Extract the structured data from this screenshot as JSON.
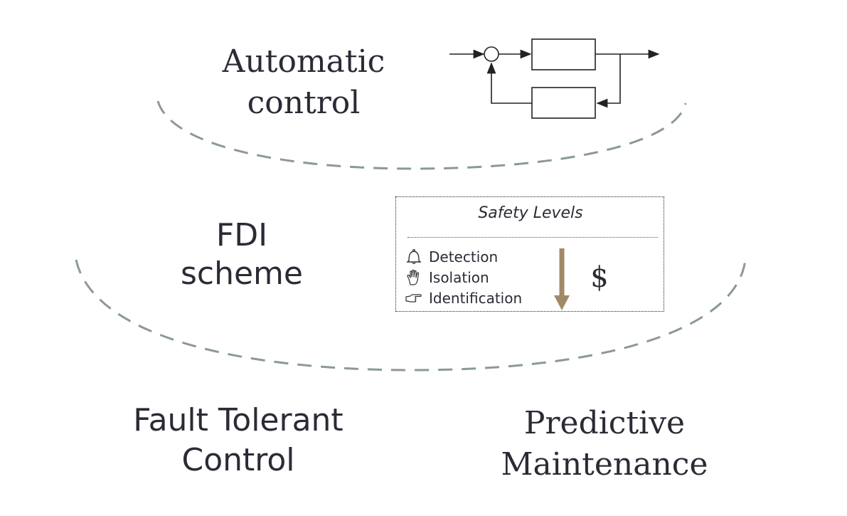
{
  "automatic_control": {
    "line1": "Automatic",
    "line2": "control"
  },
  "fdi_scheme": {
    "line1": "FDI",
    "line2": "scheme"
  },
  "safety_panel": {
    "title": "Safety Levels",
    "levels": [
      {
        "label": "Detection",
        "icon": "bell-icon"
      },
      {
        "label": "Isolation",
        "icon": "hand-icon"
      },
      {
        "label": "Identification",
        "icon": "pointing-hand-icon"
      }
    ],
    "cost_symbol": "$",
    "arrow_color": "#a08a66"
  },
  "fault_tolerant_control": {
    "line1": "Fault Tolerant",
    "line2": "Control"
  },
  "predictive_maintenance": {
    "line1": "Predictive",
    "line2": "Maintenance"
  },
  "colors": {
    "dashed_arc": "#8a9a92",
    "text": "#2b2b36"
  }
}
